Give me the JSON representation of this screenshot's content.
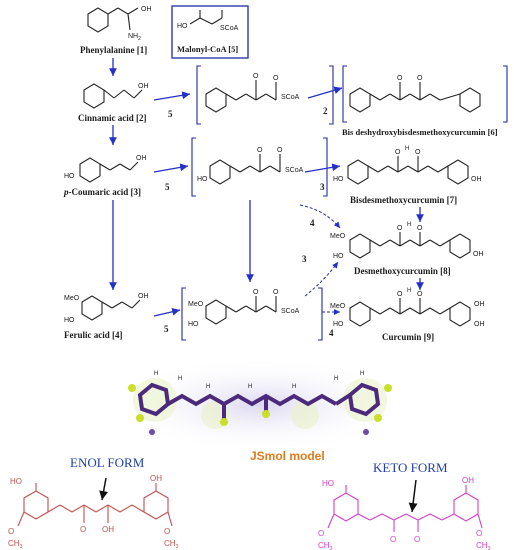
{
  "compounds": {
    "phenylalanine": "Phenylalanine [1]",
    "malonyl": "Malonyl-CoA [5]",
    "cinnamic": "Cinnamic acid [2]",
    "coumaric_prefix": "p",
    "coumaric": "-Coumaric acid [3]",
    "ferulic": "Ferulic acid [4]",
    "bisdeshydroxy": "Bis deshydroxybisdesmethoxycurcumin [6]",
    "bisdesmethoxy": "Bisdesmethoxycurcumin [7]",
    "desmethoxy": "Desmethoxycurcumin [8]",
    "curcumin": "Curcumin [9]"
  },
  "atoms": {
    "OH": "OH",
    "NH2": "NH",
    "NH2_sub": "2",
    "O": "O",
    "HO": "HO",
    "SCoA": "SCoA",
    "MeO": "MeO",
    "H": "H",
    "OCH3": "O",
    "CH3": "CH",
    "CH3_sub": "3"
  },
  "step_numbers": {
    "s2": "2",
    "s3": "3",
    "s4": "4",
    "s5": "5"
  },
  "model": {
    "title": "JSmol model"
  },
  "forms": {
    "enol": "ENOL FORM",
    "keto": "KETO FORM"
  },
  "colors": {
    "blue_arrow": "#2430c8",
    "enol": "#c0504d",
    "keto": "#d63fc8",
    "enol_label": "#1f3fb0",
    "keto_label": "#1f3fb0",
    "model_label": "#e07a1a",
    "molecule": "#4b2a7c"
  }
}
